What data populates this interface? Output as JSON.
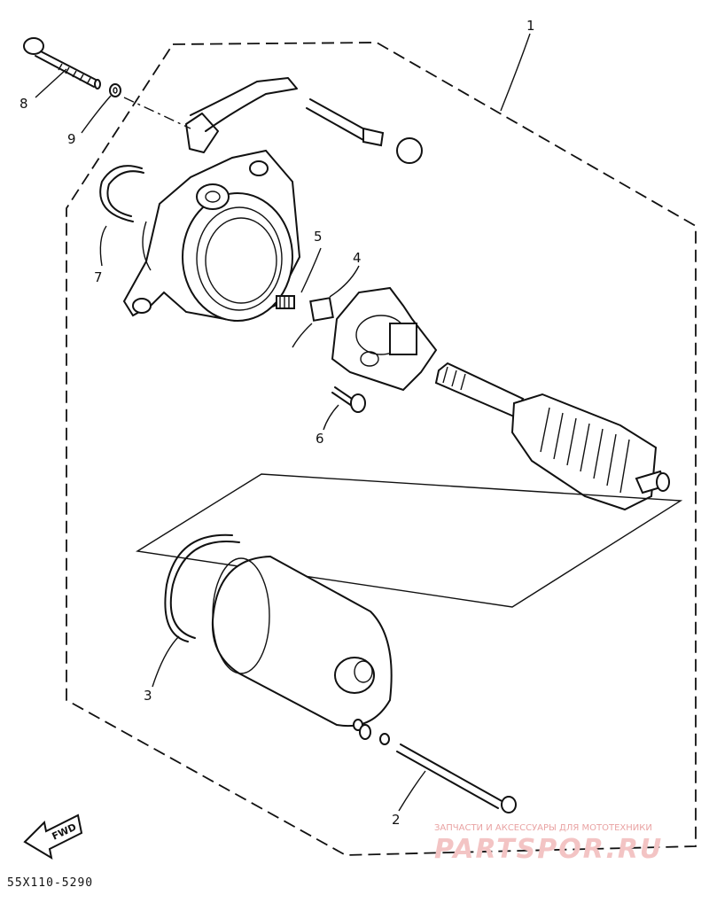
{
  "callouts": {
    "c1": "1",
    "c2": "2",
    "c3": "3",
    "c4": "4",
    "c5": "5",
    "c6": "6",
    "c7": "7",
    "c8": "8",
    "c9": "9"
  },
  "fwd_label": "FWD",
  "figure_number": "55X110-5290",
  "watermark": {
    "tagline": "ЗАПЧАСТИ И АКСЕССУАРЫ ДЛЯ МОТОТЕХНИКИ",
    "brand": "PARTSPOR.RU"
  },
  "colors": {
    "ink": "#111111",
    "watermark": "#f3c4c4"
  }
}
